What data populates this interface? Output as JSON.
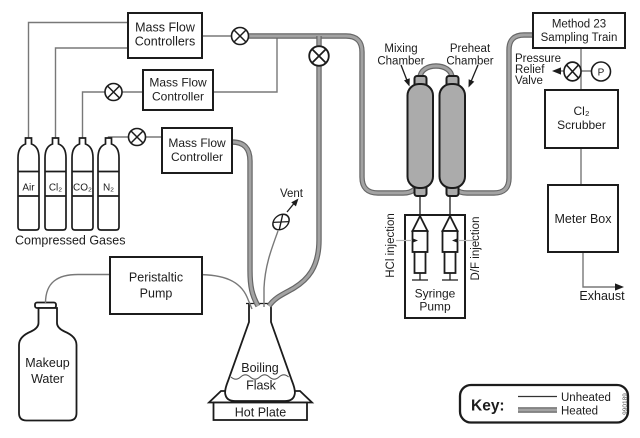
{
  "diagram": {
    "mfc1": [
      "Mass Flow",
      "Controllers"
    ],
    "mfc2": [
      "Mass Flow",
      "Controller"
    ],
    "mfc3": [
      "Mass Flow",
      "Controller"
    ],
    "method23": [
      "Method 23",
      "Sampling Train"
    ],
    "pressure_relief": [
      "Pressure",
      "Relief",
      "Valve"
    ],
    "gauge": "P",
    "scrubber": [
      "Cl₂",
      "Scrubber"
    ],
    "meter_box": "Meter Box",
    "exhaust": "Exhaust",
    "mixing_chamber": [
      "Mixing",
      "Chamber"
    ],
    "preheat_chamber": [
      "Preheat",
      "Chamber"
    ],
    "hcl_injection": "HCl injection",
    "df_injection": "D/F injection",
    "syringe_pump": [
      "Syringe",
      "Pump"
    ],
    "vent": "Vent",
    "cylinders": [
      "Air",
      "Cl₂",
      "CO₂",
      "N₂"
    ],
    "compressed_gases": "Compressed Gases",
    "peristaltic_pump": [
      "Peristaltic",
      "Pump"
    ],
    "makeup_water": [
      "Makeup",
      "Water"
    ],
    "boiling_flask": [
      "Boiling",
      "Flask"
    ],
    "hot_plate": "Hot Plate",
    "key": {
      "title": "Key:",
      "unheated": "Unheated",
      "heated": "Heated"
    },
    "figure_code": "990189",
    "colors": {
      "heated_edge": "#666666",
      "heated_fill": "#a3a3a3",
      "unheated": "#787878",
      "chamber_fill": "#ababab",
      "outline": "#1c1c1c"
    }
  }
}
